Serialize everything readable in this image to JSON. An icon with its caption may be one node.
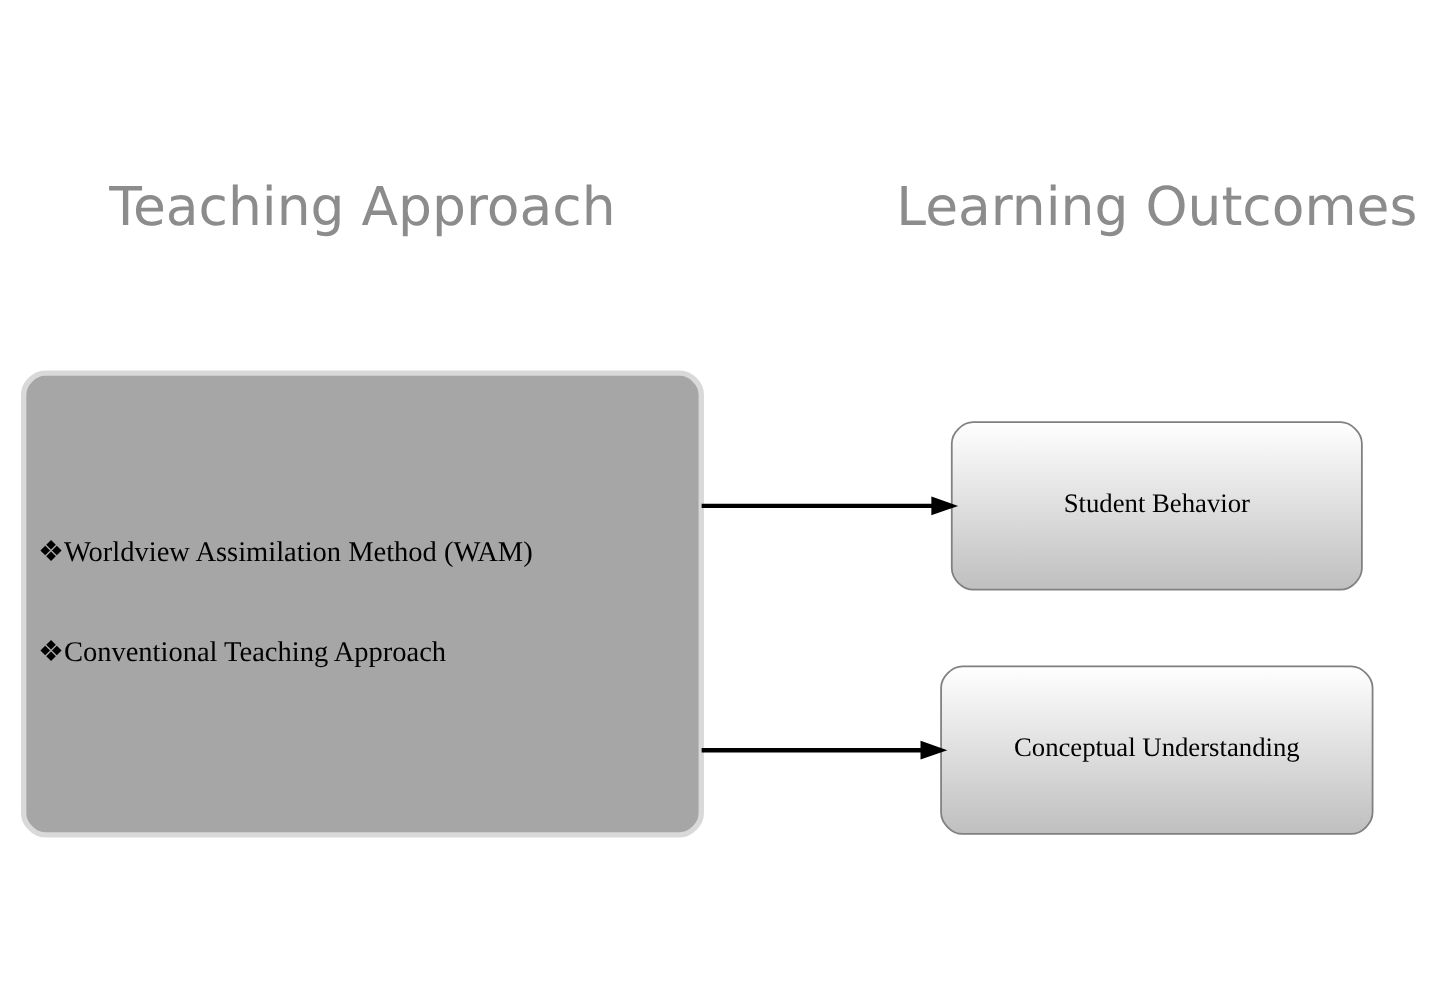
{
  "diagram": {
    "nodes": [
      {
        "text": [
          "❖Worldview Assimilation Method (WAM)",
          "❖Conventional Teaching Approach"
        ]
      },
      {
        "text": [
          "Student Behavior"
        ]
      },
      {
        "text": [
          "Conceptual Understanding"
        ]
      }
    ],
    "edges": [
      {
        "from": 0,
        "to": 1,
        "arrow": "to"
      },
      {
        "from": 0,
        "to": 2,
        "arrow": "to"
      }
    ],
    "labels": [
      "Teaching Approach",
      "Learning Outcomes"
    ]
  }
}
